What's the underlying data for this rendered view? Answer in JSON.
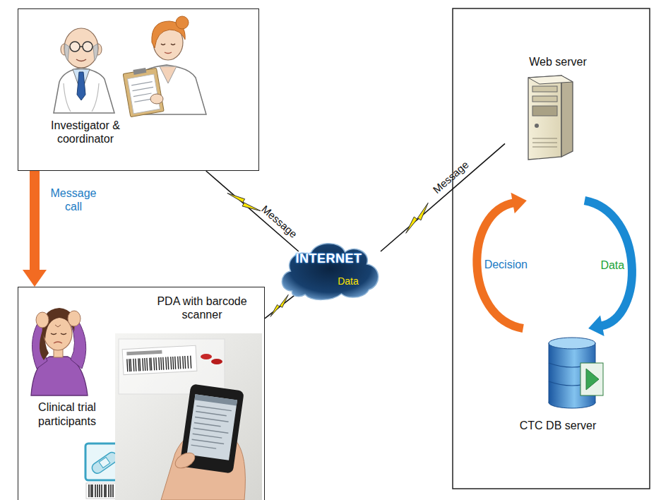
{
  "diagram": {
    "nodes": [
      {
        "text": [
          "Investigator & coordinator"
        ]
      },
      {
        "text": [
          "PDA with barcode scanner",
          "Clinical trial participants"
        ]
      },
      {
        "text": [
          "INTERNET",
          "Data"
        ]
      },
      {
        "text": [
          "Web server"
        ]
      },
      {
        "text": [
          "CTC DB server"
        ]
      }
    ],
    "edges": [
      {
        "from": 0,
        "to": 1,
        "label": "Message call",
        "arrow": "to"
      },
      {
        "from": 0,
        "to": 2,
        "label": "Message",
        "arrow": "none"
      },
      {
        "from": 1,
        "to": 2,
        "arrow": "none"
      },
      {
        "from": 2,
        "to": 3,
        "label": "Message",
        "arrow": "none"
      },
      {
        "from": 3,
        "to": 4,
        "label": "Data",
        "arrow": "to"
      },
      {
        "from": 4,
        "to": 3,
        "label": "Decision",
        "arrow": "to"
      }
    ]
  }
}
